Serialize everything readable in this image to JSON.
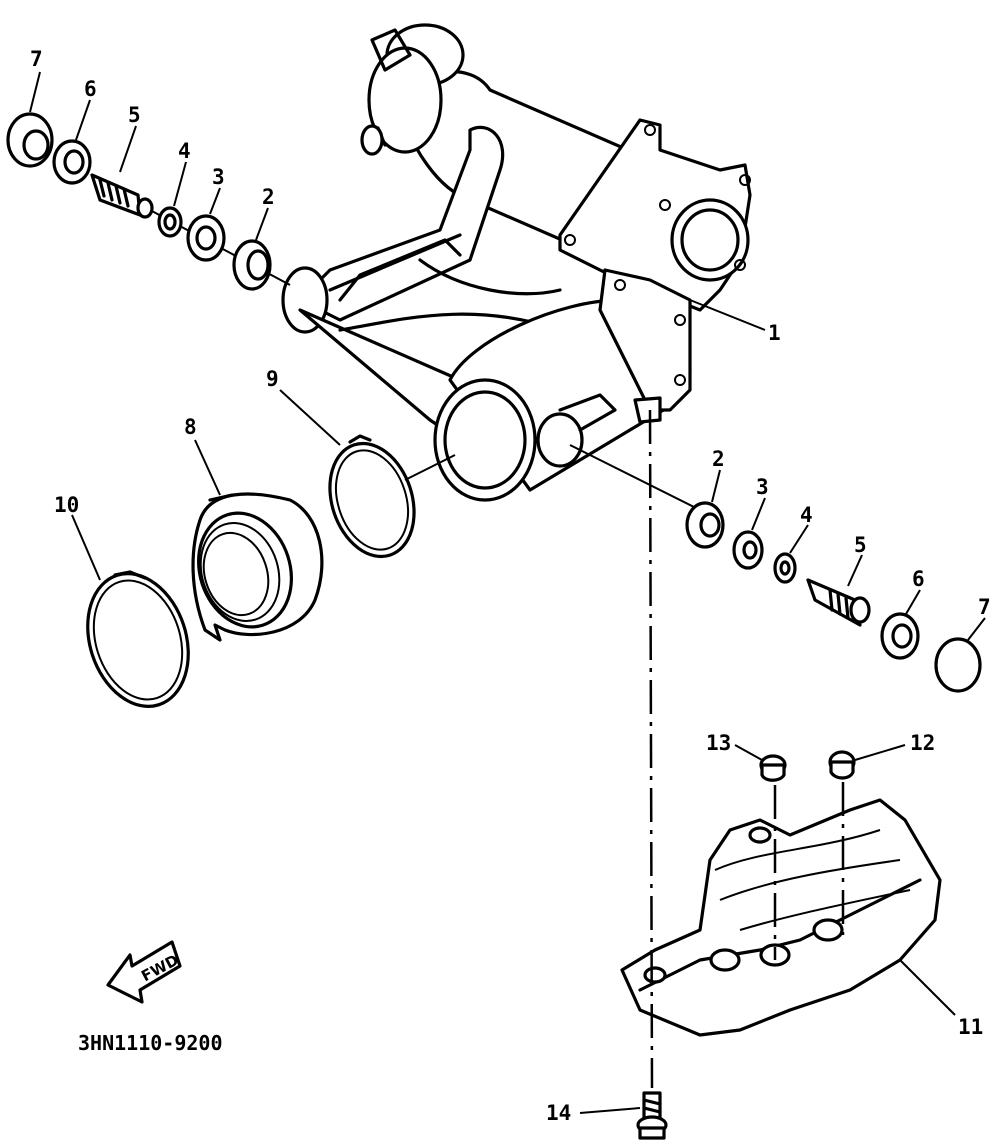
{
  "diagram": {
    "code": "3HN1110-9200",
    "fwd_label": "FWD",
    "callouts": [
      {
        "id": "c7a",
        "label": "7"
      },
      {
        "id": "c6a",
        "label": "6"
      },
      {
        "id": "c5a",
        "label": "5"
      },
      {
        "id": "c4a",
        "label": "4"
      },
      {
        "id": "c3a",
        "label": "3"
      },
      {
        "id": "c2a",
        "label": "2"
      },
      {
        "id": "c1",
        "label": "1"
      },
      {
        "id": "c9",
        "label": "9"
      },
      {
        "id": "c8",
        "label": "8"
      },
      {
        "id": "c10",
        "label": "10"
      },
      {
        "id": "c2b",
        "label": "2"
      },
      {
        "id": "c3b",
        "label": "3"
      },
      {
        "id": "c4b",
        "label": "4"
      },
      {
        "id": "c5b",
        "label": "5"
      },
      {
        "id": "c6b",
        "label": "6"
      },
      {
        "id": "c7b",
        "label": "7"
      },
      {
        "id": "c13",
        "label": "13"
      },
      {
        "id": "c12",
        "label": "12"
      },
      {
        "id": "c11",
        "label": "11"
      },
      {
        "id": "c14",
        "label": "14"
      }
    ]
  }
}
